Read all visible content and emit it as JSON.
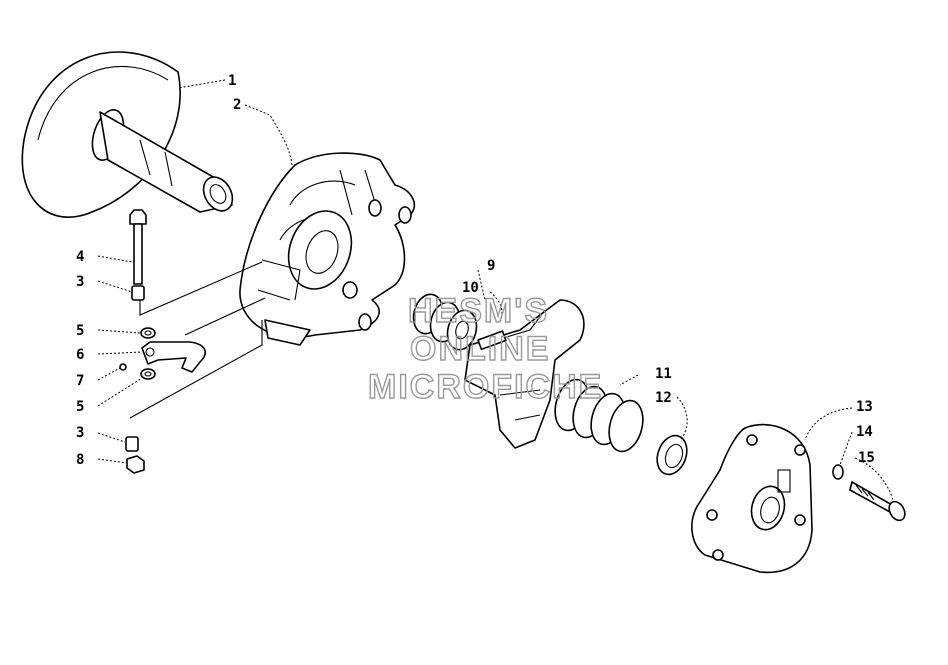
{
  "watermark": {
    "lines": [
      "HESM'S",
      "ONLINE",
      "MICROFICHE"
    ],
    "color": "#9a9a9a"
  },
  "callouts": [
    {
      "id": "c1",
      "label": "1"
    },
    {
      "id": "c2",
      "label": "2"
    },
    {
      "id": "c3a",
      "label": "3"
    },
    {
      "id": "c3b",
      "label": "3"
    },
    {
      "id": "c4",
      "label": "4"
    },
    {
      "id": "c5a",
      "label": "5"
    },
    {
      "id": "c5b",
      "label": "5"
    },
    {
      "id": "c6",
      "label": "6"
    },
    {
      "id": "c7",
      "label": "7"
    },
    {
      "id": "c8",
      "label": "8"
    },
    {
      "id": "c9",
      "label": "9"
    },
    {
      "id": "c10",
      "label": "10"
    },
    {
      "id": "c11",
      "label": "11"
    },
    {
      "id": "c12",
      "label": "12"
    },
    {
      "id": "c13",
      "label": "13"
    },
    {
      "id": "c14",
      "label": "14"
    },
    {
      "id": "c15",
      "label": "15"
    }
  ]
}
